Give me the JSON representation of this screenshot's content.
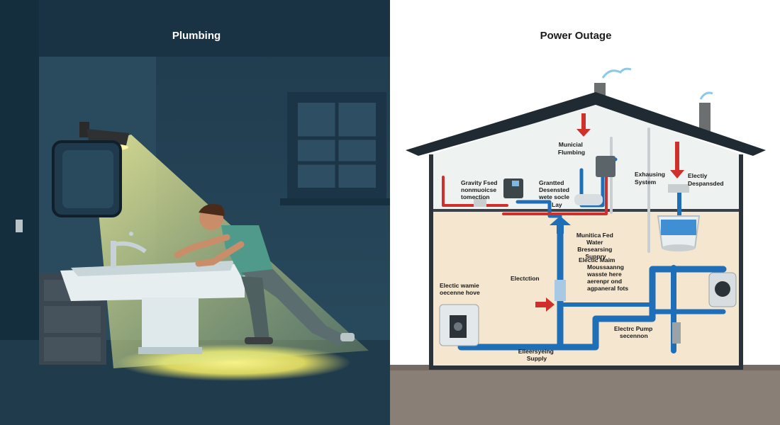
{
  "left_panel": {
    "title": "Plumbing"
  },
  "right_panel": {
    "title": "Power Outage",
    "labels": {
      "municipal_plumbing": [
        "Municial",
        "Flumbing"
      ],
      "gravity_fed": [
        "Gravity Fsed",
        "nonmuoicse",
        "tomection"
      ],
      "granted": [
        "Grantted",
        "Desensted",
        "wete socle"
      ],
      "exhausting": [
        "Exhausing",
        "System"
      ],
      "electric_dependent": [
        "Electiy",
        "Despansded"
      ],
      "lay": "Lay",
      "municipal_fed": [
        "Munitica Fed",
        "Water",
        "Bresearsing",
        "Suppry"
      ],
      "electric_main": [
        "Electic Maim",
        "Moussaanng",
        "wasste here",
        "aerenpr ond",
        "agpaneral fots"
      ],
      "election": "Electction",
      "electric_water": [
        "Electic wamie",
        "oecenne hove"
      ],
      "electric_pump": [
        "Electrc Pump",
        "secennon"
      ],
      "emergency_supply": [
        "Elleersyeing",
        "Supply"
      ]
    }
  }
}
